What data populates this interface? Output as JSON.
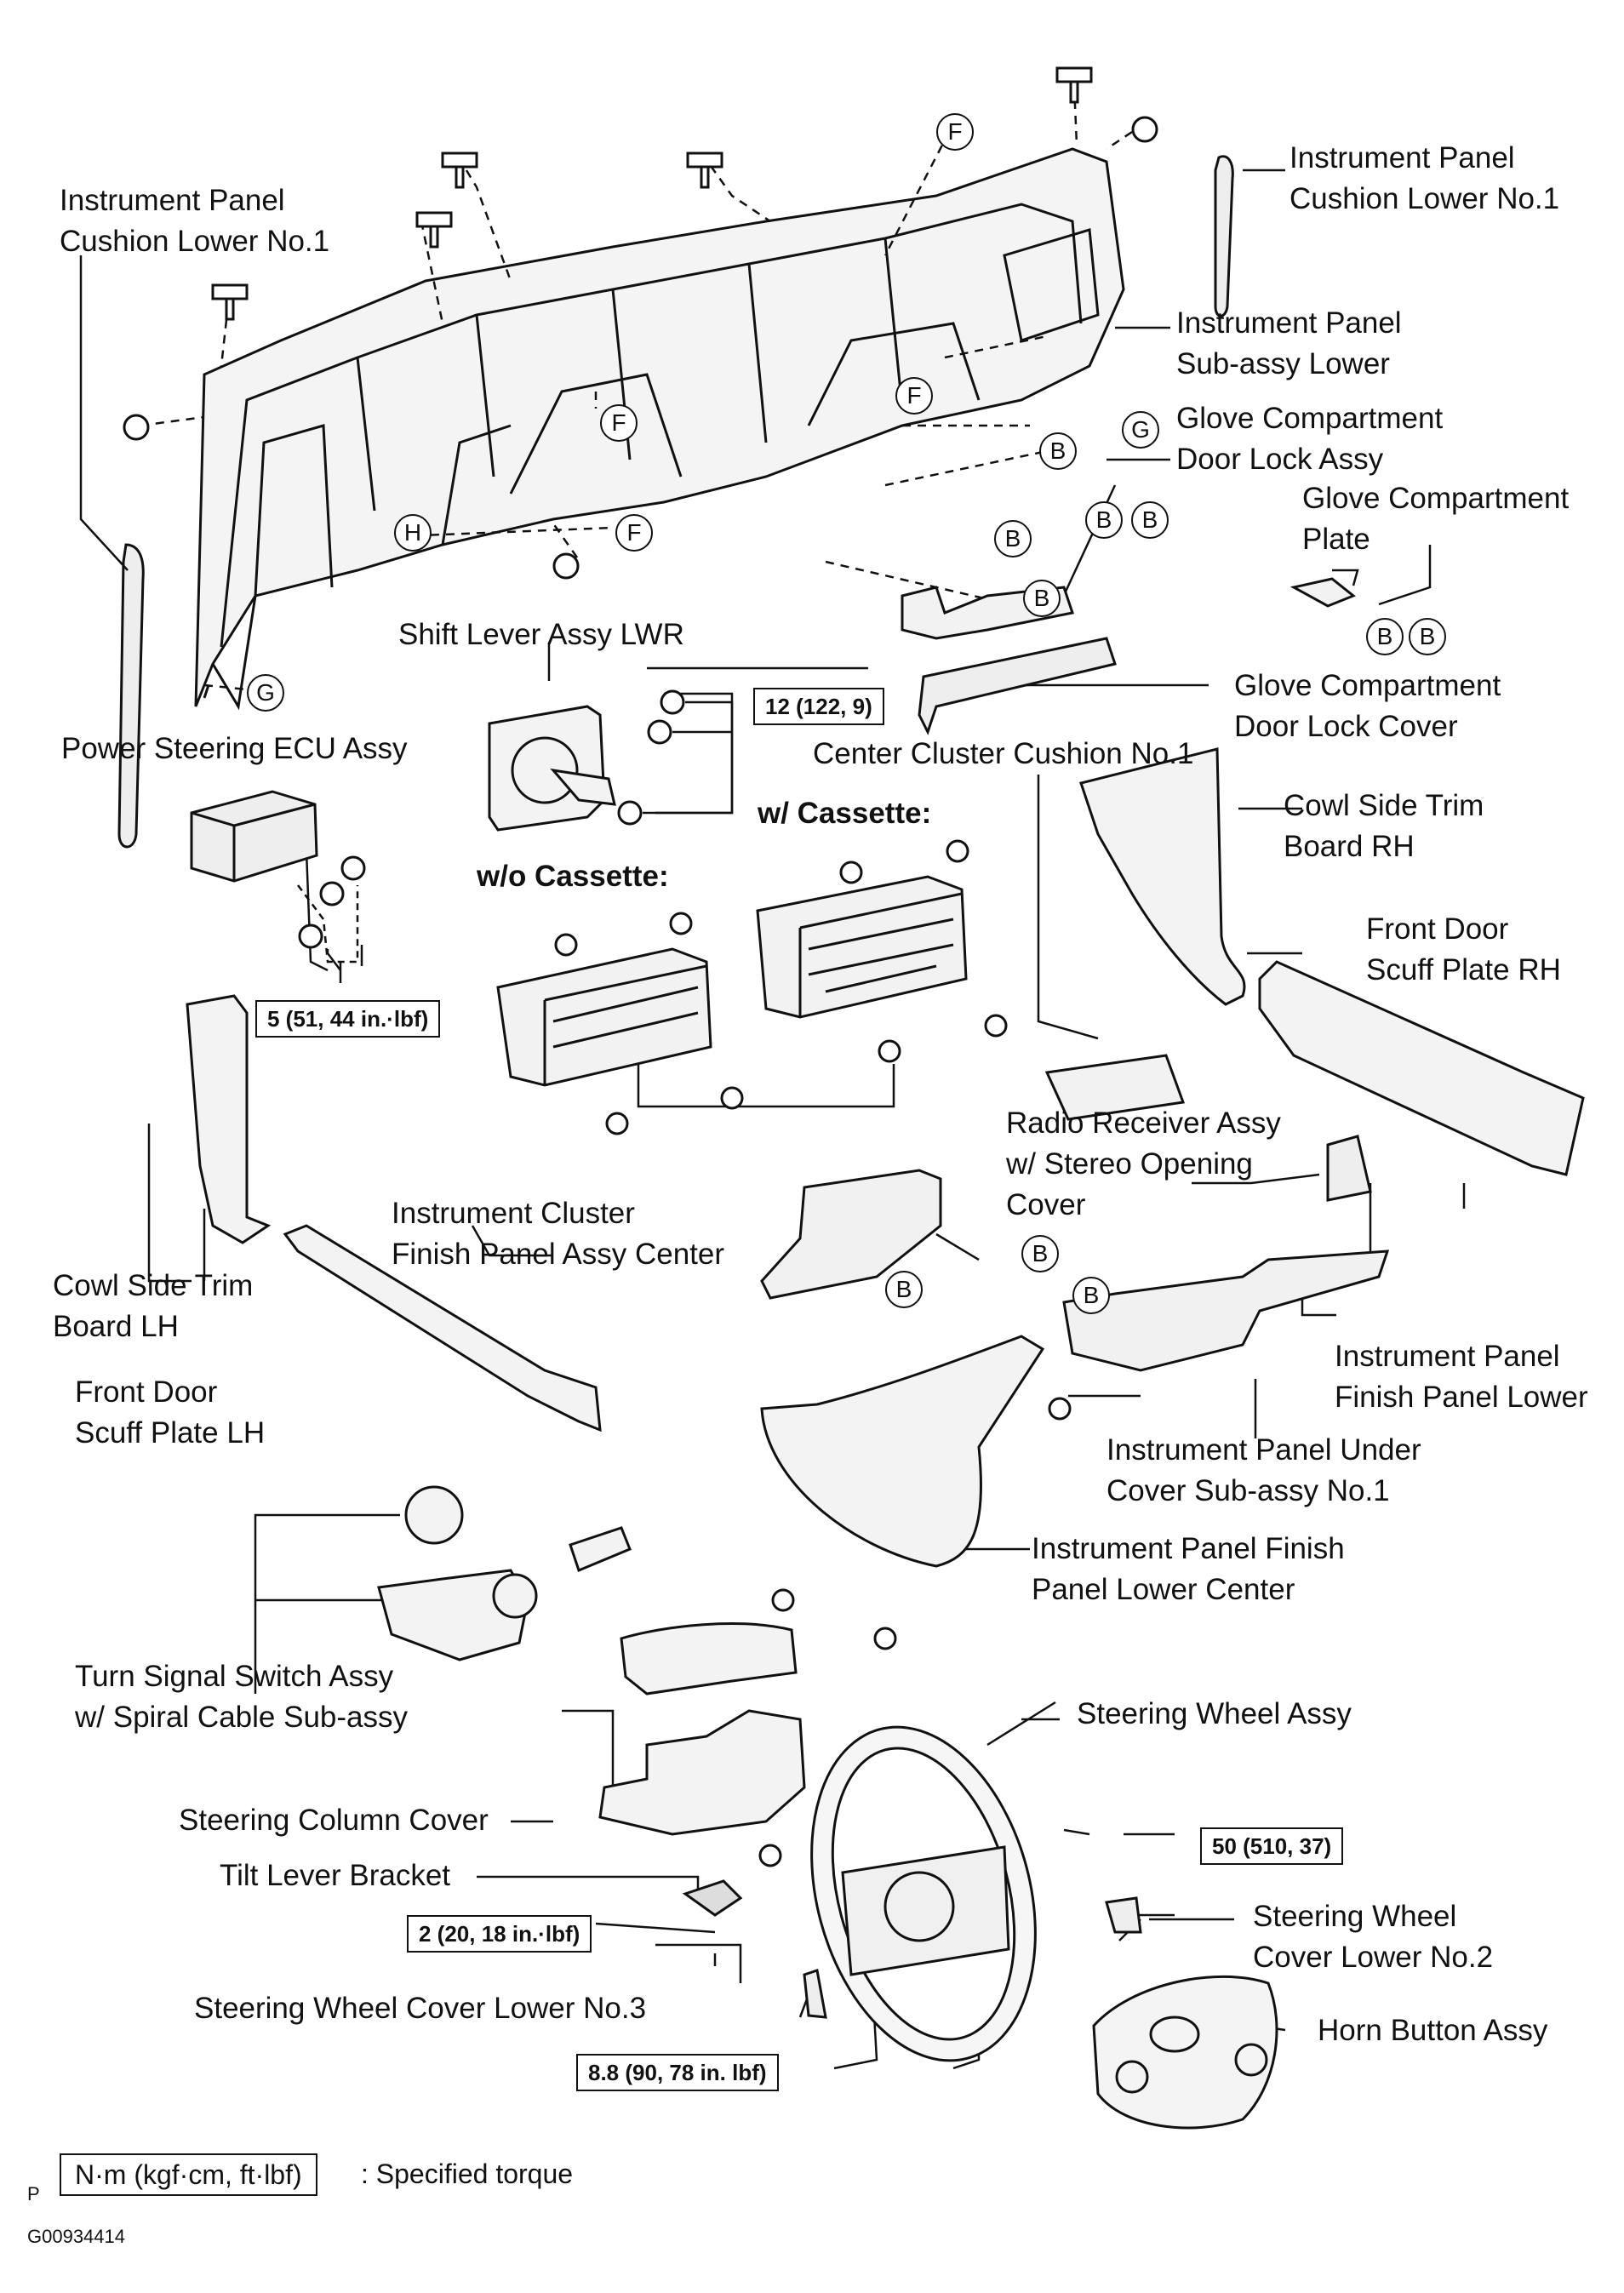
{
  "parts": {
    "ip_cushion_lower_left": [
      "Instrument Panel",
      "Cushion Lower No.1"
    ],
    "ip_cushion_lower_right": [
      "Instrument Panel",
      "Cushion Lower No.1"
    ],
    "ip_sub_assy_lower": [
      "Instrument Panel",
      "Sub-assy Lower"
    ],
    "glove_door_lock_assy": [
      "Glove Compartment",
      "Door Lock Assy"
    ],
    "glove_plate": [
      "Glove  Compartment",
      "Plate"
    ],
    "shift_lever": "Shift Lever Assy LWR",
    "glove_door_lock_cover": [
      "Glove Compartment",
      "Door Lock Cover"
    ],
    "power_steering_ecu": "Power Steering ECU Assy",
    "center_cluster_cushion": "Center Cluster Cushion No.1",
    "cowl_side_trim_rh": [
      "Cowl Side Trim",
      "Board RH"
    ],
    "front_door_scuff_rh": [
      "Front Door",
      "Scuff Plate RH"
    ],
    "radio_receiver": [
      "Radio Receiver Assy",
      "w/ Stereo Opening",
      "Cover"
    ],
    "ic_finish_panel_center": [
      "Instrument Cluster",
      "Finish Panel Assy Center"
    ],
    "cowl_side_trim_lh": [
      "Cowl Side Trim",
      "Board LH"
    ],
    "front_door_scuff_lh": [
      "Front Door",
      "Scuff Plate LH"
    ],
    "ip_finish_panel_lower": [
      "Instrument Panel",
      "Finish Panel Lower"
    ],
    "ip_under_cover": [
      "Instrument Panel Under",
      "Cover Sub-assy No.1"
    ],
    "ip_finish_lower_center": [
      "Instrument Panel Finish",
      "Panel Lower Center"
    ],
    "turn_signal_switch": [
      "Turn Signal Switch Assy",
      "w/ Spiral Cable Sub-assy"
    ],
    "steering_wheel": "Steering Wheel Assy",
    "steering_column_cover": "Steering Column Cover",
    "tilt_lever_bracket": "Tilt Lever Bracket",
    "steering_wheel_cover_no2": [
      "Steering Wheel",
      "Cover Lower No.2"
    ],
    "steering_wheel_cover_no3": "Steering Wheel Cover Lower No.3",
    "horn_button": "Horn Button Assy"
  },
  "variants": {
    "with_cassette": "w/ Cassette:",
    "without_cassette": "w/o Cassette:"
  },
  "torques": {
    "t12": "12 (122, 9)",
    "t5": "5 (51, 44 in.·lbf)",
    "t50": "50 (510, 37)",
    "t2": "2 (20, 18 in.·lbf)",
    "t88": "8.8 (90, 78 in. lbf)"
  },
  "callout_letters": [
    "F",
    "F",
    "F",
    "F",
    "G",
    "G",
    "H",
    "B",
    "B",
    "B",
    "B",
    "B",
    "B",
    "B",
    "B",
    "B",
    "B"
  ],
  "legend": {
    "unit": "N·m (kgf·cm, ft·lbf)",
    "text": ": Specified torque"
  },
  "footer": {
    "p": "P",
    "code": "G00934414"
  }
}
